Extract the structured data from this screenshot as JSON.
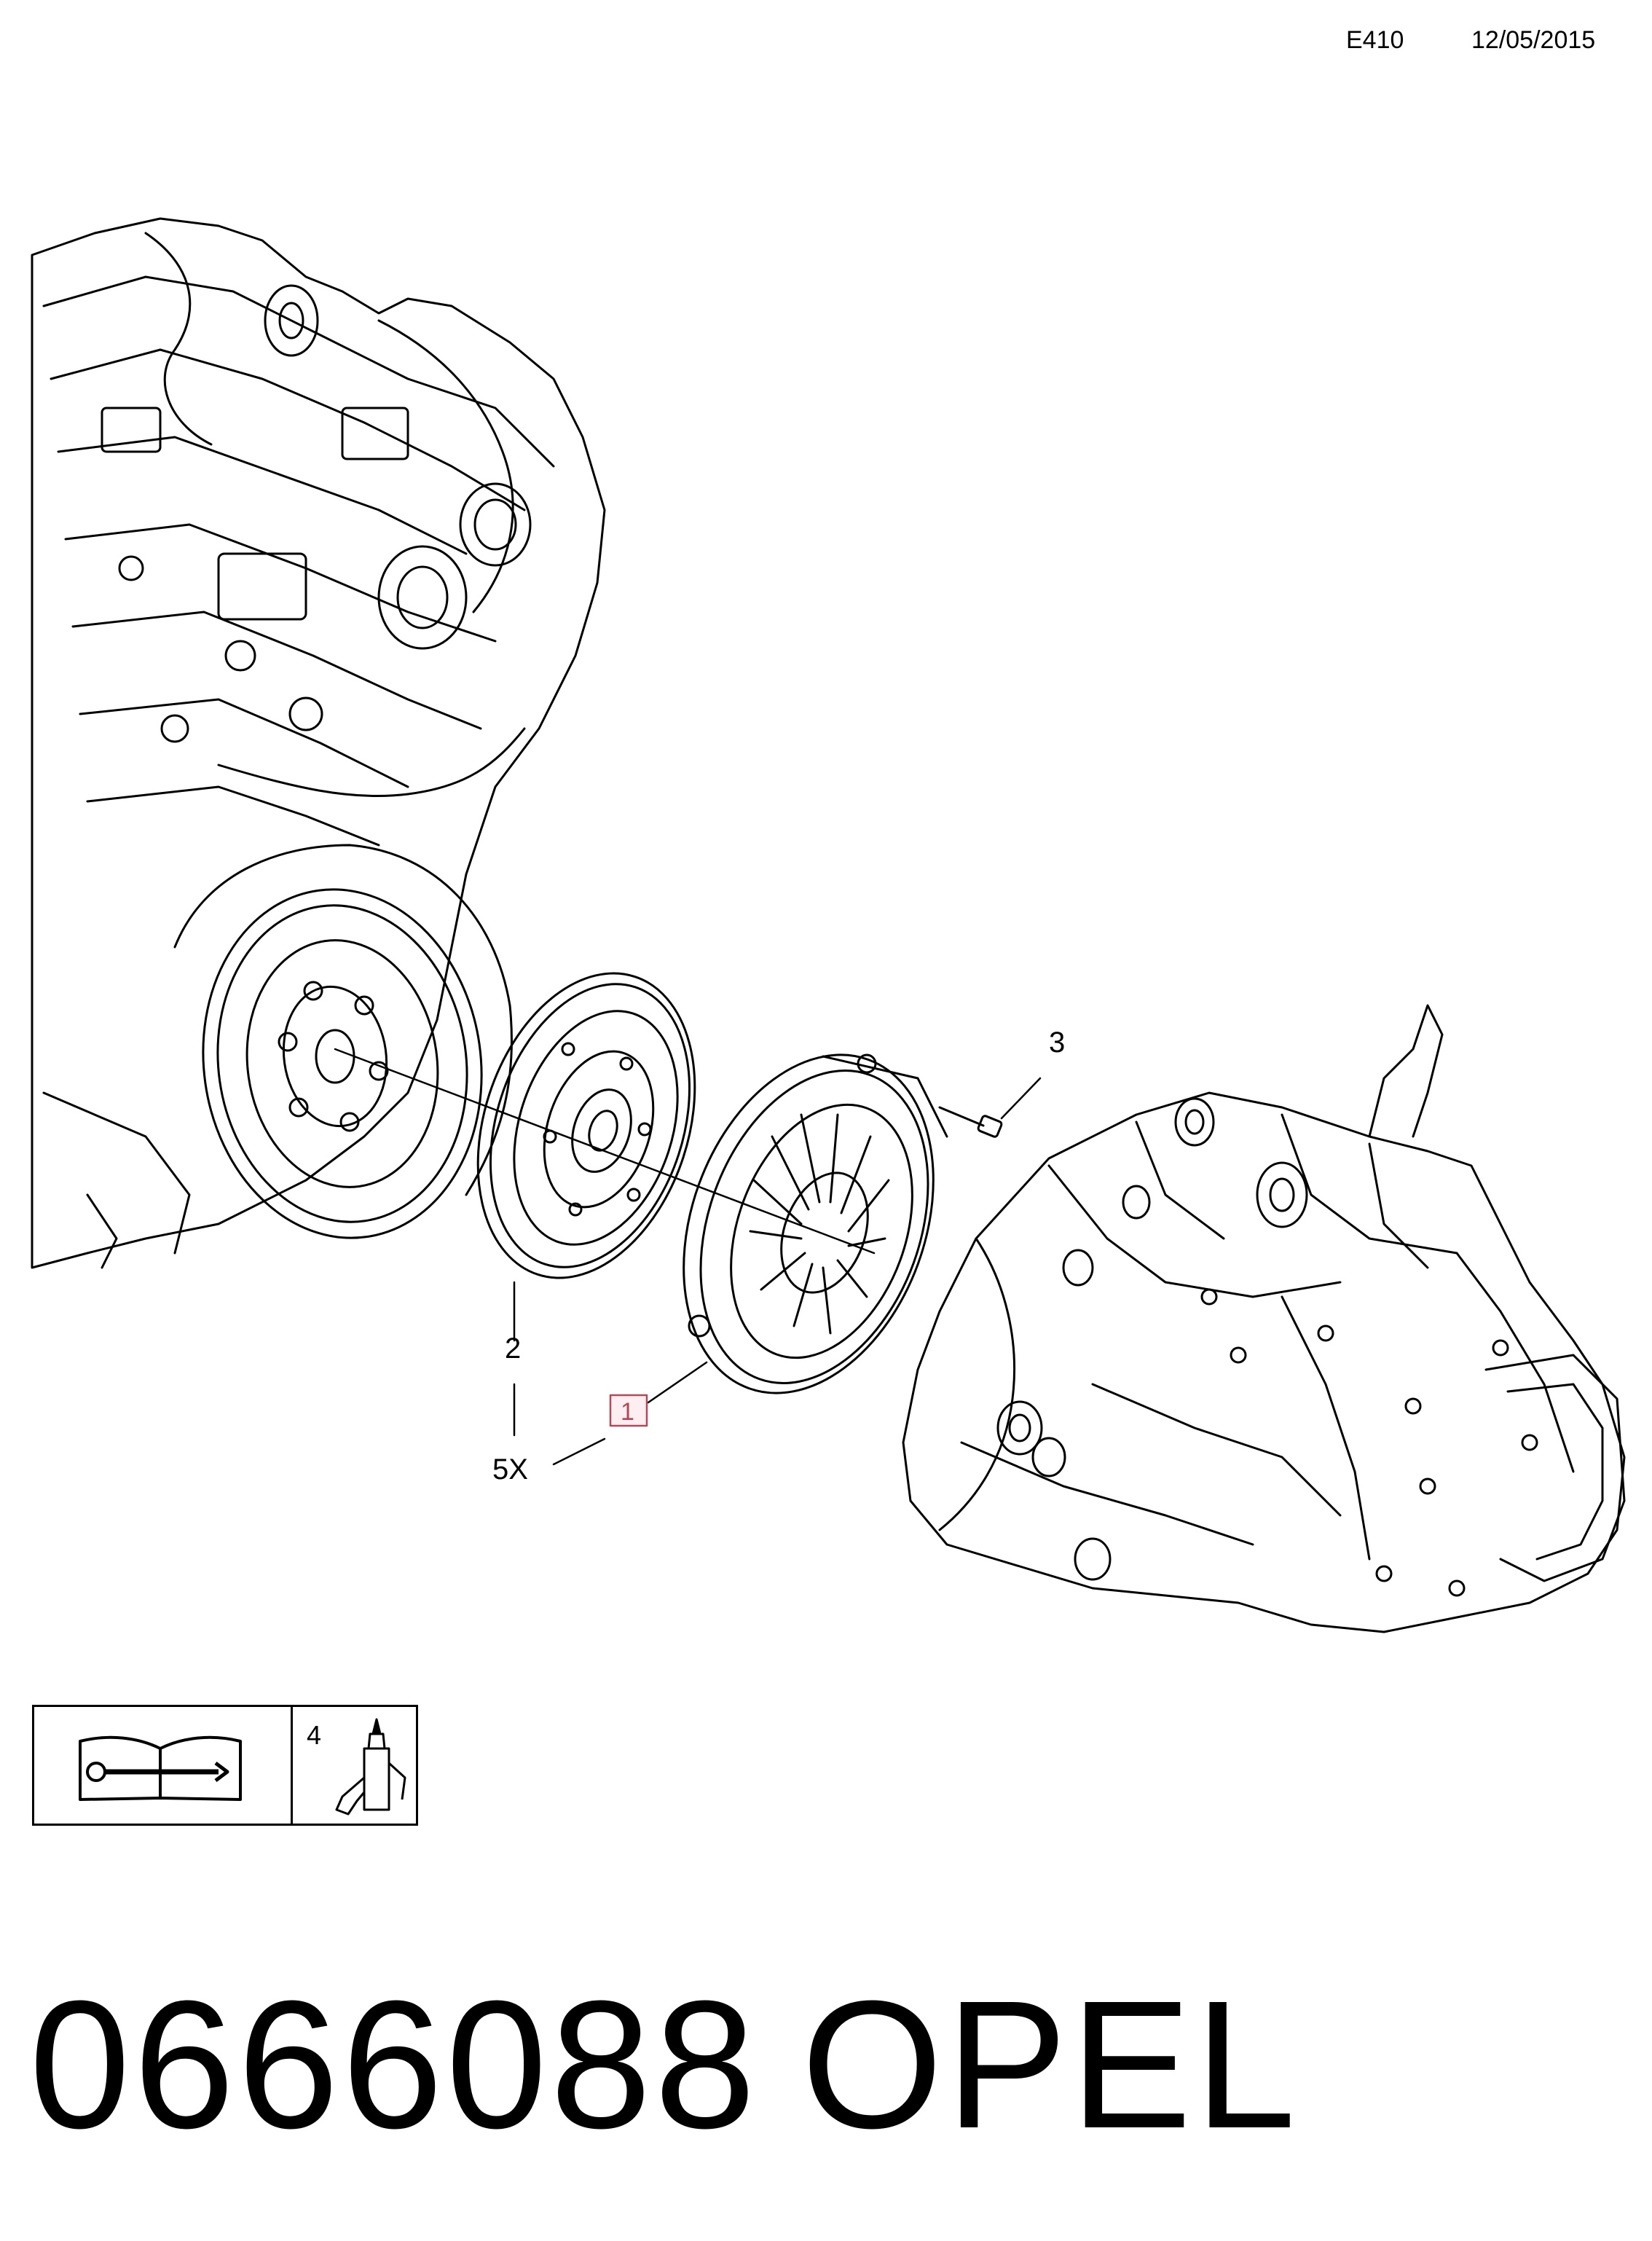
{
  "header": {
    "diagram_code": "E410",
    "date": "12/05/2015"
  },
  "callouts": {
    "item_1": "1",
    "item_2": "2",
    "item_3": "3",
    "item_4": "4",
    "quantity": "5X"
  },
  "highlight_color": "#b1495a",
  "legend": {
    "icons": [
      "repair-manual-icon",
      "adhesive-tube-icon"
    ]
  },
  "footer": {
    "part_number": "0666088",
    "brand": "OPEL"
  }
}
